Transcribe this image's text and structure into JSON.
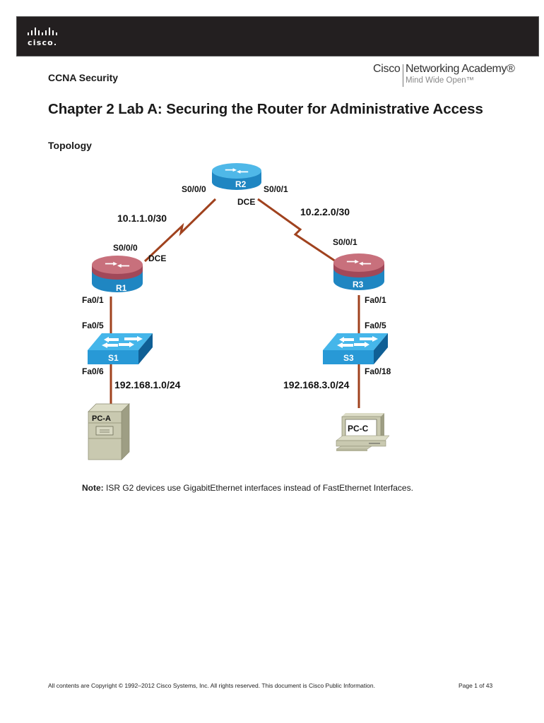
{
  "header": {
    "brand_word": "cisco.",
    "course": "CCNA Security",
    "academy": {
      "left": "Cisco",
      "right": "Networking Academy®",
      "tagline": "Mind Wide Open™"
    }
  },
  "document": {
    "title": "Chapter 2 Lab A: Securing the Router for Administrative Access",
    "section": "Topology"
  },
  "topology": {
    "colors": {
      "link": "#a0421e",
      "router_top_blue": "#4fb8e8",
      "router_side_blue": "#1f86c2",
      "router_top_red": "#c8707c",
      "router_side_red": "#a24859",
      "switch_top": "#45b6ea",
      "switch_front": "#2899d6",
      "pc_body": "#c9c9b0"
    },
    "devices": {
      "r1": "R1",
      "r2": "R2",
      "r3": "R3",
      "s1": "S1",
      "s3": "S3",
      "pca": "PC-A",
      "pcc": "PC-C"
    },
    "interfaces": {
      "r2_s000": "S0/0/0",
      "r2_s001": "S0/0/1",
      "r2_dce": "DCE",
      "r1_s000": "S0/0/0",
      "r1_dce": "DCE",
      "r3_s001": "S0/0/1",
      "r1_fa01": "Fa0/1",
      "s1_fa05": "Fa0/5",
      "s1_fa06": "Fa0/6",
      "r3_fa01": "Fa0/1",
      "s3_fa05": "Fa0/5",
      "s3_fa018": "Fa0/18"
    },
    "networks": {
      "r1_r2": "10.1.1.0/30",
      "r2_r3": "10.2.2.0/30",
      "lan1": "192.168.1.0/24",
      "lan3": "192.168.3.0/24"
    }
  },
  "note": {
    "label": "Note:",
    "text": " ISR G2 devices use GigabitEthernet interfaces instead of FastEthernet Interfaces."
  },
  "footer": {
    "copyright": "All contents are Copyright © 1992–2012 Cisco Systems, Inc. All rights reserved. This document is Cisco Public Information.",
    "page": "Page 1 of 43"
  }
}
